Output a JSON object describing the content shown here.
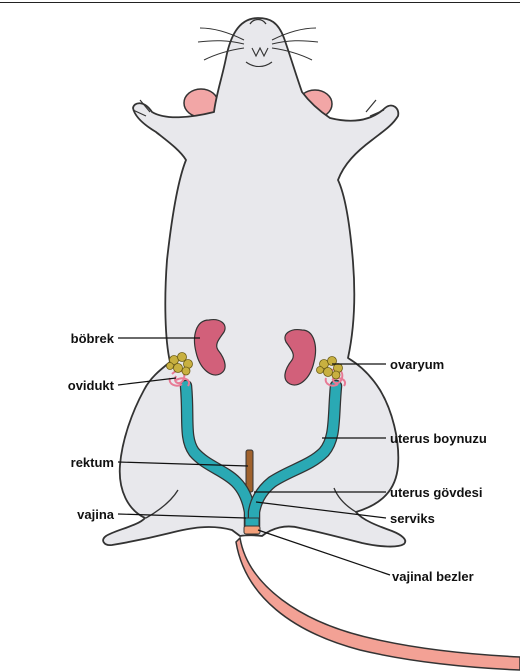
{
  "colors": {
    "body_fill": "#e8e8ec",
    "body_stroke": "#333333",
    "kidney": "#d2607a",
    "uterus": "#2aa9b4",
    "ovary": "#c8b040",
    "oviduct": "#e87a95",
    "tail": "#f3a195",
    "rectum": "#a0622d",
    "leader": "#111111"
  },
  "labels": {
    "bobrek": "böbrek",
    "ovidukt": "ovidukt",
    "rektum": "rektum",
    "vajina": "vajina",
    "ovaryum": "ovaryum",
    "uterus_boynuzu": "uterus boynuzu",
    "uterus_govdesi": "uterus gövdesi",
    "serviks": "serviks",
    "vajinal_bezler": "vajinal bezler"
  }
}
